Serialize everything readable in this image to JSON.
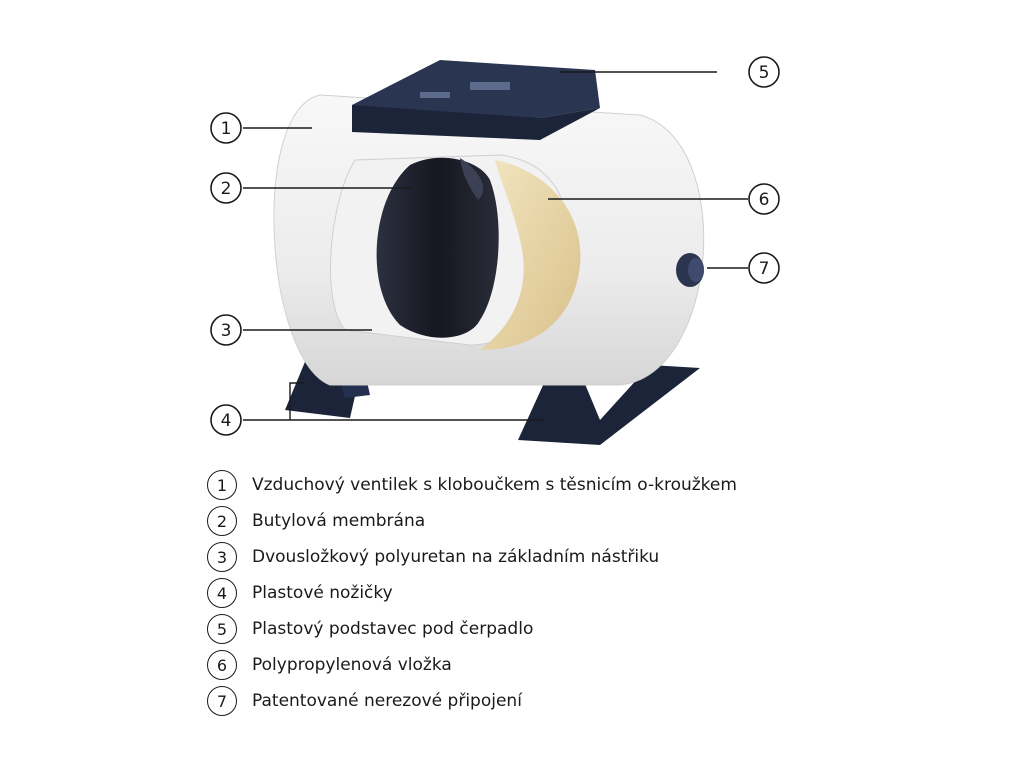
{
  "callouts": [
    {
      "num": "1",
      "text": "Vzduchový ventilek s kloboučkem s těsnicím o-kroužkem"
    },
    {
      "num": "2",
      "text": "Butylová membrána"
    },
    {
      "num": "3",
      "text": "Dvousložkový polyuretan na základním nástřiku"
    },
    {
      "num": "4",
      "text": "Plastové nožičky"
    },
    {
      "num": "5",
      "text": "Plastový podstavec pod čerpadlo"
    },
    {
      "num": "6",
      "text": "Polypropylenová vložka"
    },
    {
      "num": "7",
      "text": "Patentované nerezové připojení"
    }
  ],
  "colors": {
    "tank_shell": "#eeeeee",
    "membrane": "#1c1f2e",
    "liner": "#ead9ad",
    "feet": "#1b2438",
    "outline": "#1a1a1a"
  }
}
